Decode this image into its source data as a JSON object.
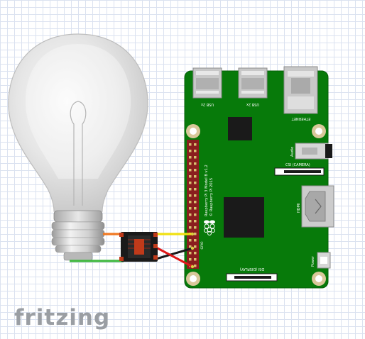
{
  "brand": {
    "name": "fritzing"
  },
  "board": {
    "model_label": "Raspberry Pi 3 Model B v1.2",
    "copyright_label": "© Raspberry Pi 2015",
    "usb_label": "USB 2x",
    "ethernet_label": "ETHERNET",
    "audio_label": "Audio",
    "csi_label": "CSI (CAMERA)",
    "hdmi_label": "HDMI",
    "dsi_label": "DSI (DISPLAY)",
    "power_label": "Power",
    "gpio_label": "GPIO"
  },
  "colors": {
    "board_green": "#077a0a",
    "grid": "#dbe2f0",
    "wire_yellow": "#f0e010",
    "wire_black": "#1a1a1a",
    "wire_red": "#e01818",
    "wire_orange": "#f07820",
    "wire_green": "#40b840",
    "relay_red": "#c03a1a",
    "header_red": "#a02828"
  },
  "icons": {
    "bulb": "light-bulb-icon",
    "raspberry": "raspberry-logo-icon",
    "relay": "relay-module-icon"
  }
}
